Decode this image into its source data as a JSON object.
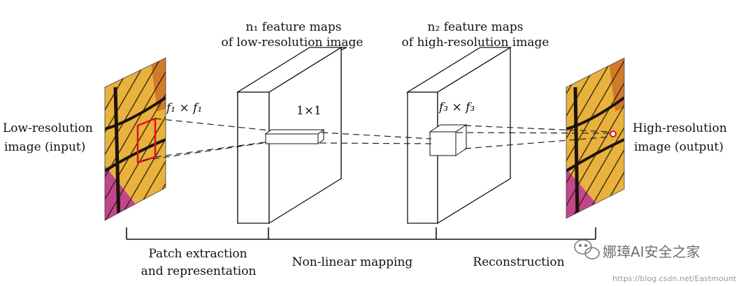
{
  "labels": {
    "input_line1": "Low-resolution",
    "input_line2": "image (input)",
    "output_line1": "High-resolution",
    "output_line2": "image (output)",
    "n1_line1": "n₁ feature maps",
    "n1_line2": "of low-resolution image",
    "n2_line1": "n₂ feature maps",
    "n2_line2": "of high-resolution image",
    "filter1": "f₁ × f₁",
    "filter_mid": "1×1",
    "filter3": "f₃ × f₃",
    "stage1_line1": "Patch extraction",
    "stage1_line2": "and representation",
    "stage2": "Non-linear mapping",
    "stage3": "Reconstruction"
  },
  "watermark": {
    "channel": "娜璋AI安全之家",
    "url": "https://blog.csdn.net/Eastmount"
  },
  "colors": {
    "highlight": "#e0101e",
    "butterfly_wing": "#e8b23c",
    "vein": "#2a1a0e",
    "magenta_bg": "#c2478a"
  }
}
